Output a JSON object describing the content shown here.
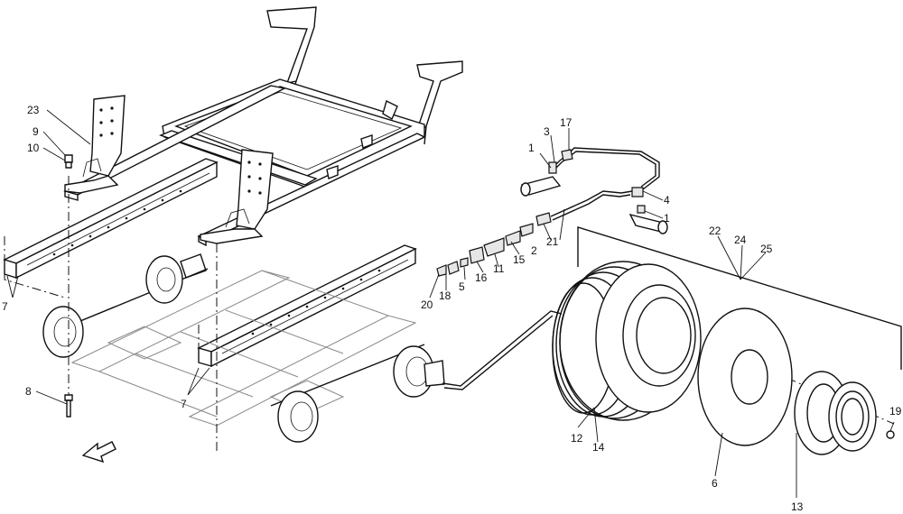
{
  "callouts": [
    {
      "id": "c1a",
      "text": "1"
    },
    {
      "id": "c1b",
      "text": "1"
    },
    {
      "id": "c2",
      "text": "2"
    },
    {
      "id": "c3",
      "text": "3"
    },
    {
      "id": "c4",
      "text": "4"
    },
    {
      "id": "c5",
      "text": "5"
    },
    {
      "id": "c6",
      "text": "6"
    },
    {
      "id": "c7a",
      "text": "7"
    },
    {
      "id": "c7b",
      "text": "7"
    },
    {
      "id": "c8",
      "text": "8"
    },
    {
      "id": "c9",
      "text": "9"
    },
    {
      "id": "c10",
      "text": "10"
    },
    {
      "id": "c11",
      "text": "11"
    },
    {
      "id": "c12",
      "text": "12"
    },
    {
      "id": "c13",
      "text": "13"
    },
    {
      "id": "c14",
      "text": "14"
    },
    {
      "id": "c15",
      "text": "15"
    },
    {
      "id": "c16",
      "text": "16"
    },
    {
      "id": "c17",
      "text": "17"
    },
    {
      "id": "c18",
      "text": "18"
    },
    {
      "id": "c19",
      "text": "19"
    },
    {
      "id": "c20",
      "text": "20"
    },
    {
      "id": "c21",
      "text": "21"
    },
    {
      "id": "c22",
      "text": "22"
    },
    {
      "id": "c23",
      "text": "23"
    },
    {
      "id": "c24",
      "text": "24"
    },
    {
      "id": "c25",
      "text": "25"
    }
  ],
  "icons": {
    "direction": "arrow-icon"
  }
}
